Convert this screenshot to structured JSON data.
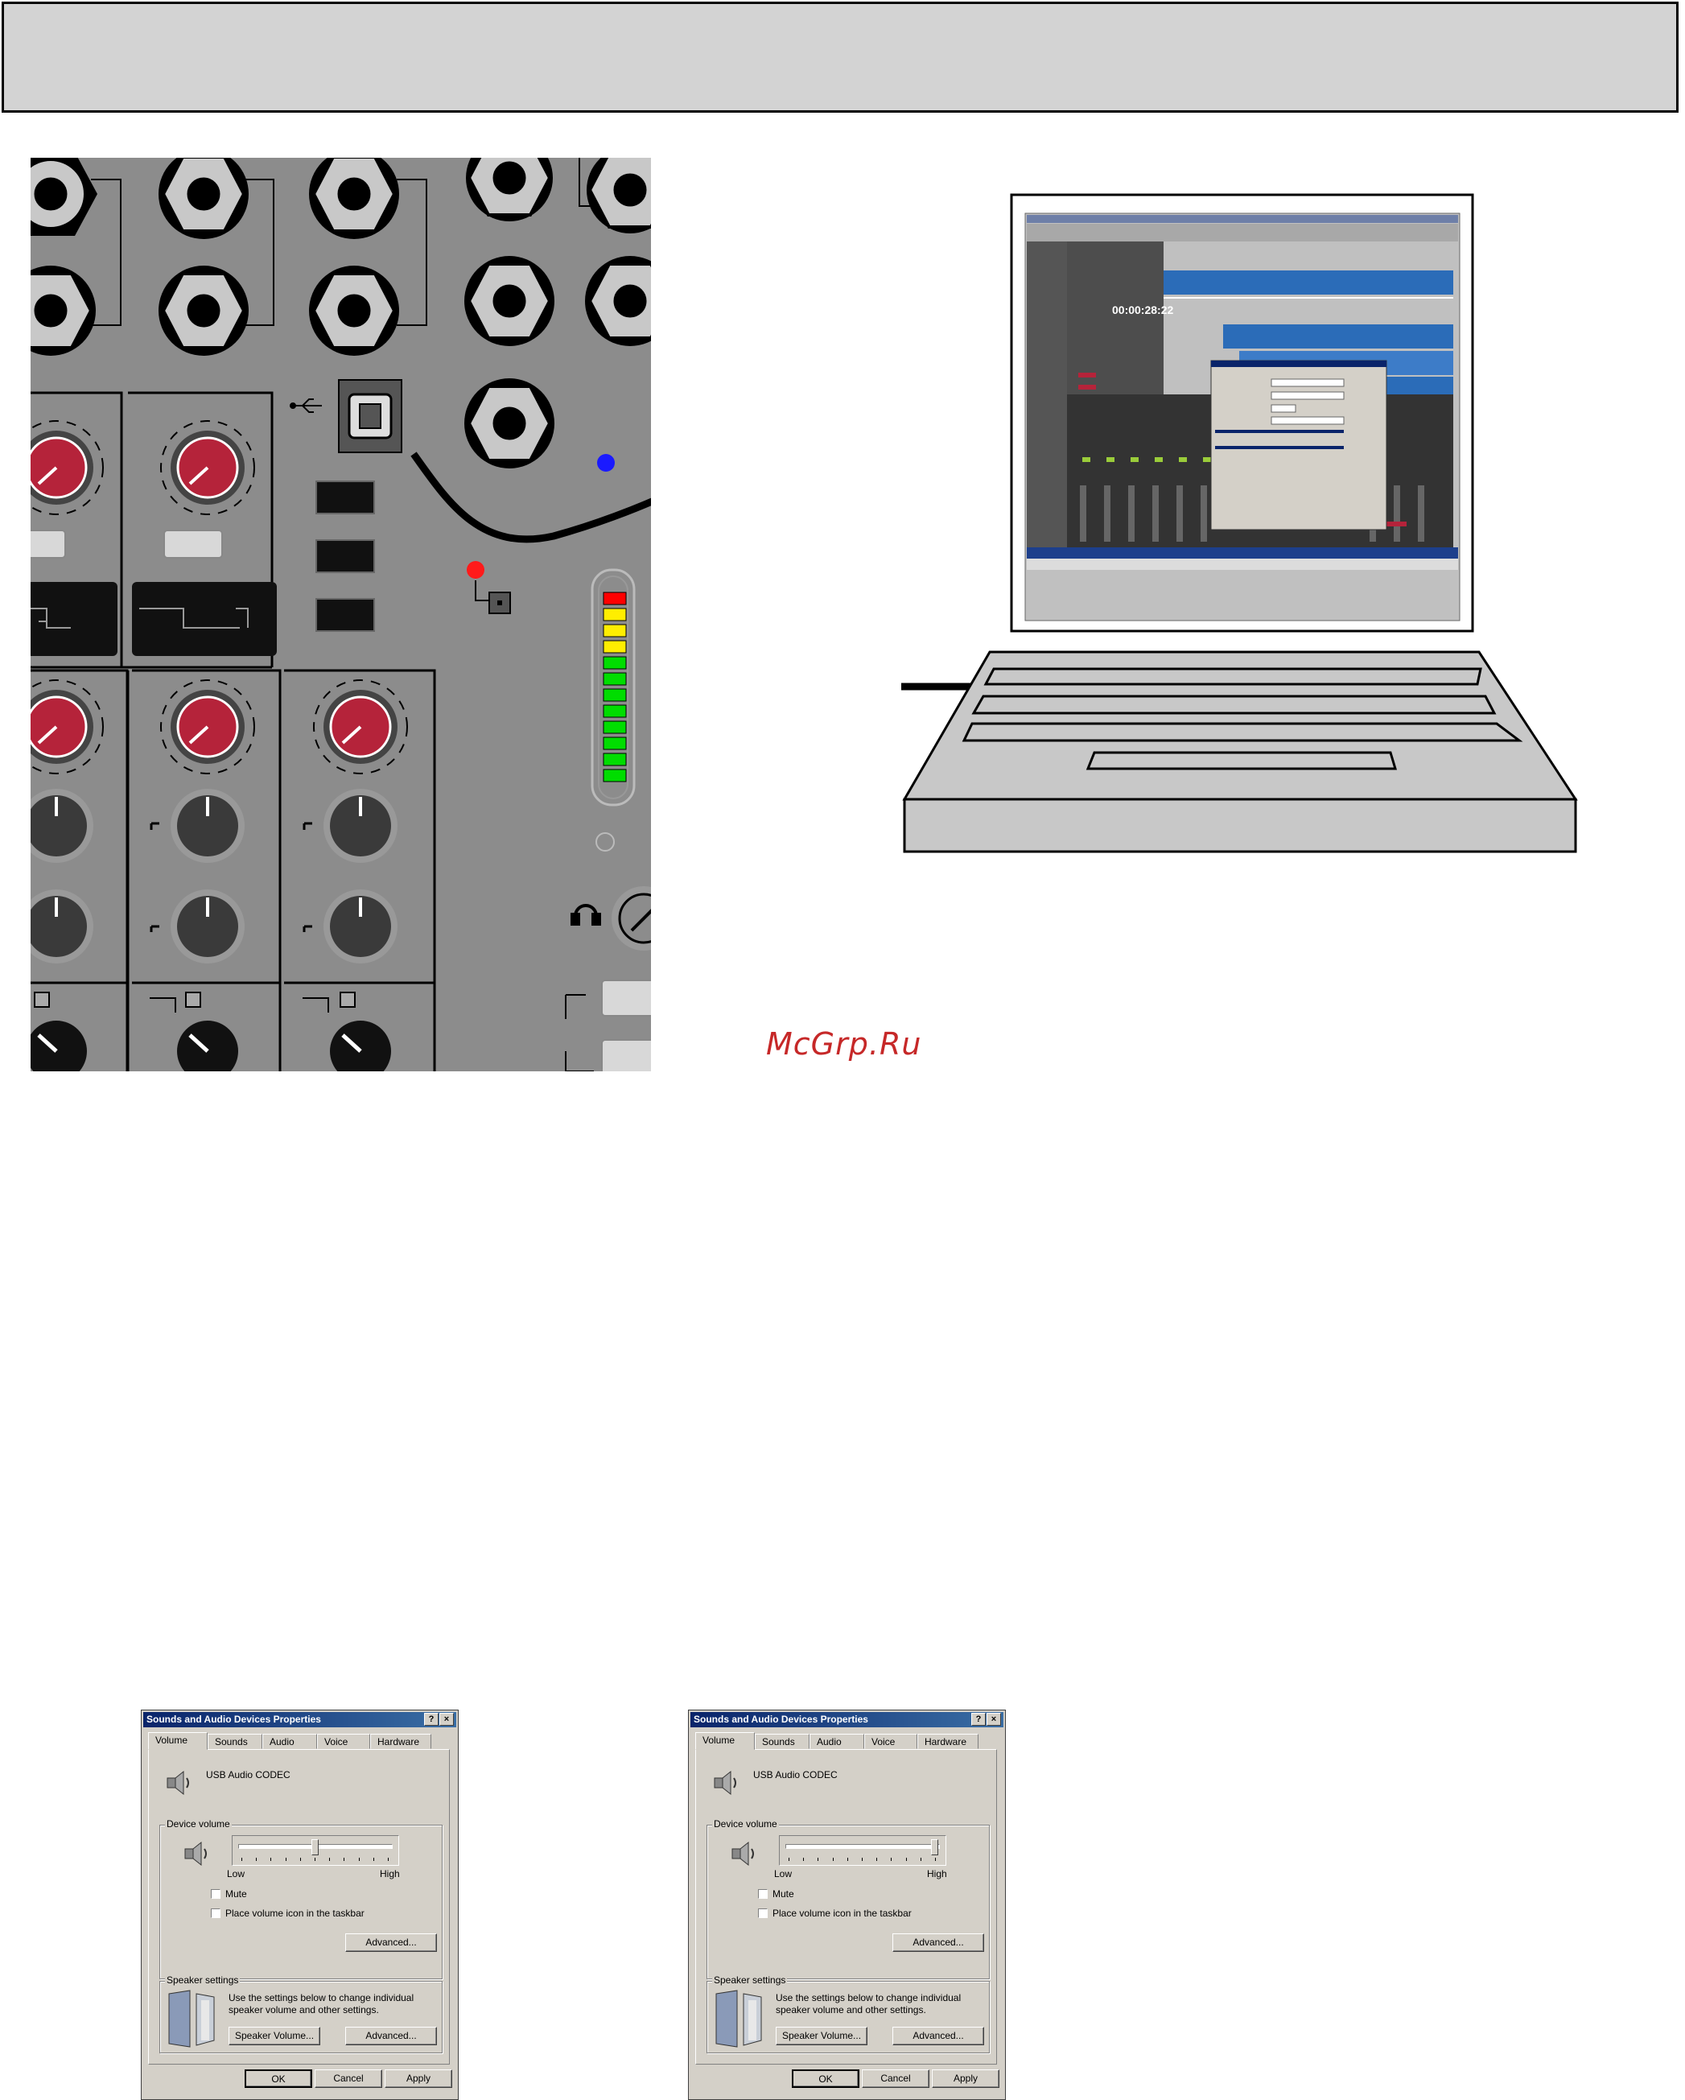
{
  "watermark": "McGrp.Ru",
  "laptop_screen": {
    "time_display": "00:00:28:22"
  },
  "dialogs": [
    {
      "title": "Sounds and Audio Devices Properties",
      "title_buttons": [
        "?",
        "×"
      ],
      "tabs": [
        "Volume",
        "Sounds",
        "Audio",
        "Voice",
        "Hardware"
      ],
      "active_tab": "Volume",
      "device_name": "USB Audio CODEC",
      "device_volume": {
        "group_label": "Device volume",
        "low_label": "Low",
        "high_label": "High",
        "level": 0.5,
        "mute_label": "Mute",
        "mute_checked": false,
        "taskbar_icon_label": "Place volume icon in the taskbar",
        "taskbar_icon_checked": false,
        "advanced_button": "Advanced..."
      },
      "speaker_settings": {
        "group_label": "Speaker settings",
        "description": "Use the settings below to change individual speaker volume and other settings.",
        "speaker_volume_button": "Speaker Volume...",
        "advanced_button": "Advanced..."
      },
      "ok_button": "OK",
      "cancel_button": "Cancel",
      "apply_button": "Apply"
    },
    {
      "title": "Sounds and Audio Devices Properties",
      "title_buttons": [
        "?",
        "×"
      ],
      "tabs": [
        "Volume",
        "Sounds",
        "Audio",
        "Voice",
        "Hardware"
      ],
      "active_tab": "Volume",
      "device_name": "USB Audio CODEC",
      "device_volume": {
        "group_label": "Device volume",
        "low_label": "Low",
        "high_label": "High",
        "level": 1.0,
        "mute_label": "Mute",
        "mute_checked": false,
        "taskbar_icon_label": "Place volume icon in the taskbar",
        "taskbar_icon_checked": false,
        "advanced_button": "Advanced..."
      },
      "speaker_settings": {
        "group_label": "Speaker settings",
        "description": "Use the settings below to change individual speaker volume and other settings.",
        "speaker_volume_button": "Speaker Volume...",
        "advanced_button": "Advanced..."
      },
      "ok_button": "OK",
      "cancel_button": "Cancel",
      "apply_button": "Apply"
    }
  ],
  "colors": {
    "mixer_panel": "#8c8c8c",
    "gain_knob": "#b5233a",
    "knob_dark": "#3a3a3a",
    "meter_red": "#ff0000",
    "meter_yellow": "#ffee00",
    "meter_green": "#00dd00",
    "power_led": "#1a1aff",
    "clip_led": "#ff1a1a",
    "daw_blue": "#2b6cb8",
    "xp_titlebar": "#0a246a",
    "dialog_face": "#d4d0c8"
  }
}
